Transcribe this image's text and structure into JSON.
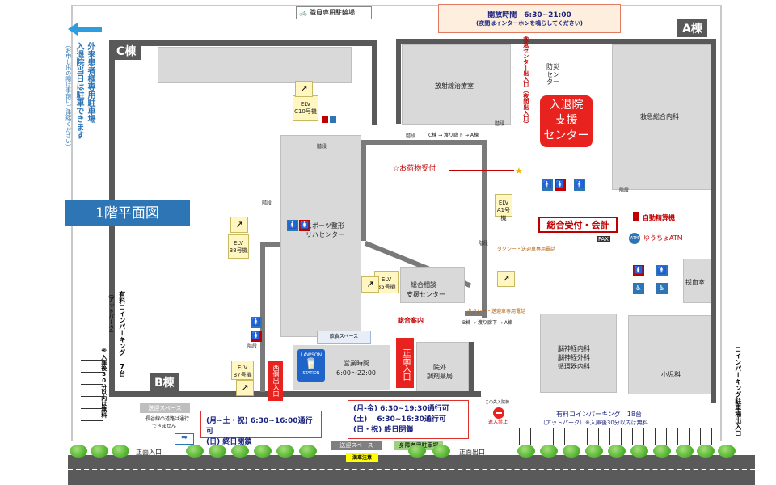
{
  "map": {
    "title": "1階平面図",
    "buildings": {
      "a": "A棟",
      "b": "B棟",
      "c": "C棟"
    },
    "hours_notice": {
      "line1": "開放時間　6:30~21:00",
      "line2": "(夜間はインターホンを鳴らしてください)"
    },
    "bike_parking": "職員専用駐輪場",
    "outpatient_parking": {
      "title": "外来患者様専用駐車場",
      "line2": "入退院当日は駐車できます",
      "note": "（お申し出の際は事前にご連絡ください）"
    },
    "admission_support": {
      "line1": "入退院",
      "line2": "支援",
      "line3": "センター"
    },
    "desk_entrance_sign": "救急センター出入口（夜間出入口）",
    "rooms": {
      "radiology": "放射線治療室",
      "disaster_center": "防災センター",
      "emergency": "救急総合内科",
      "sports_rehab_1": "スポーツ整形",
      "sports_rehab_2": "リハセンター",
      "consultation_1": "総合相談",
      "consultation_2": "支援センター",
      "reception": "総合受付・会計",
      "blood_draw": "採血室",
      "neuro_1": "脳神経内科",
      "neuro_2": "脳神経外科",
      "neuro_3": "循環器内科",
      "pediatrics": "小児科",
      "pharmacy_1": "院外",
      "pharmacy_2": "調剤薬局"
    },
    "luggage": "☆お荷物受付",
    "info_desk": "総合案内",
    "atm": "ゆうちょATM",
    "atm_badge": "ATM",
    "fax": "FAX",
    "auto_payment": "自動精算機",
    "taxi_phone_1": "タクシー・送迎車専用電話",
    "taxi_phone_2": "タクシー・送迎車専用電話",
    "shop": {
      "brand": "LAWSON",
      "station": "STATION",
      "hours_label": "営業時間",
      "hours": "6:00～22:00",
      "rest_space": "飲食スペース"
    },
    "main_entrance": "正面入口",
    "west_entrance": "西側出入口",
    "west_hours": {
      "line1": "(月~土・祝) 6:30~16:00通行可",
      "line2": "(日) 終日閉鎖"
    },
    "main_hours": {
      "line1": "(月-金)  6:30~19:30通行可",
      "line2": "(土)　   6:30~16:30通行可",
      "line3": "(日・祝) 終日閉鎖"
    },
    "elevators": {
      "c10": {
        "top": "ELV",
        "bottom": "C10号機"
      },
      "b8": {
        "top": "ELV",
        "bottom": "B8号機"
      },
      "b5": {
        "top": "ELV",
        "bottom": "B5号機"
      },
      "a1": {
        "top": "ELV",
        "bottom": "A1号機"
      },
      "b7": {
        "top": "ELV",
        "bottom": "B7号機"
      }
    },
    "corridors": {
      "c_to_a": "C棟 → 渡り廊下 → A棟",
      "b_to_a": "B棟 → 渡り廊下 → A棟"
    },
    "stairs_labels": {
      "s1": "階段",
      "s2": "階段",
      "s3": "階段",
      "s4": "階段",
      "s5": "階段"
    },
    "stair_word": "階段",
    "pickup_space": "送迎スペース",
    "pickup_space_2": "送迎スペース",
    "handicap_parking": "身障者用駐車場",
    "bus_note_1": "長谷線の道路は通行",
    "bus_note_2": "できません",
    "front_entry_left": "正面入口",
    "front_entry_right": "正面出口",
    "no_entry": "進入禁止",
    "no_entry_top": "この先入院棟",
    "coin_parking_right": {
      "line1": "有料コインパーキング　18台",
      "line2": "（アットパーク）※入庫後30分以内は無料"
    },
    "coin_parking_left": {
      "title": "有料コインパーキング 7台",
      "sub": "（アットパーク）",
      "note": "※入庫後30分以内は無料"
    },
    "entrance_right_vertical": "コインパーキング駐車場出入口",
    "no_parking_sign": "満車注意"
  }
}
